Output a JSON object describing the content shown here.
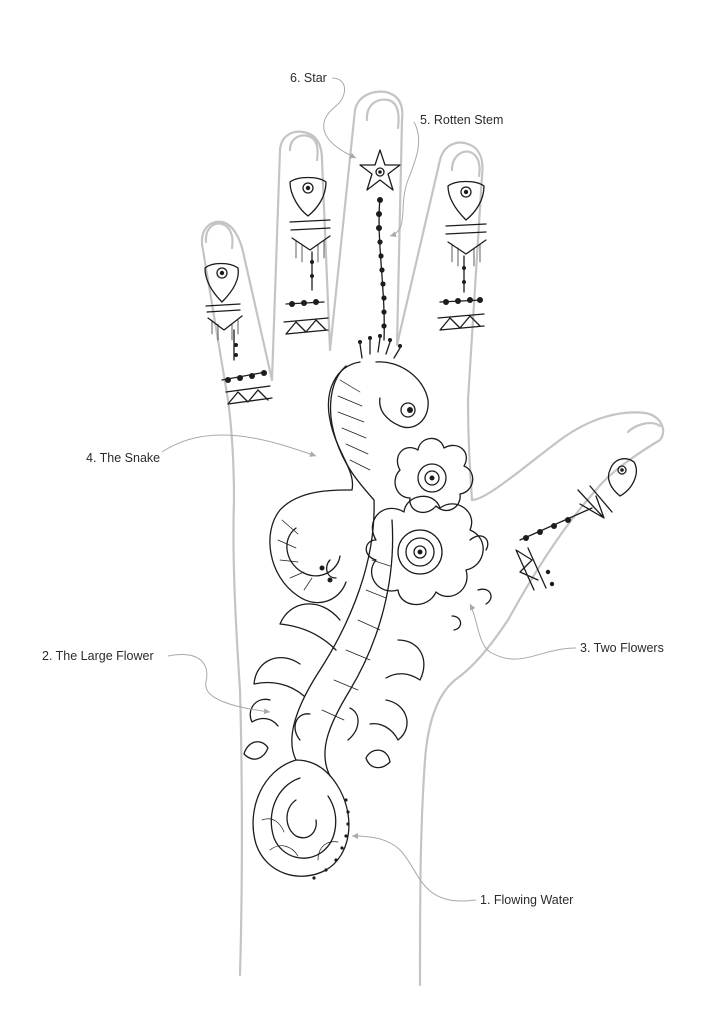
{
  "labels": {
    "star": "6. Star",
    "rotten_stem": "5. Rotten Stem",
    "snake": "4. The Snake",
    "large_flower": "2. The Large Flower",
    "two_flowers": "3. Two Flowers",
    "flowing_water": "1. Flowing Water"
  },
  "colors": {
    "outline": "#c4c4c4",
    "ink": "#1c1c1c",
    "leader": "#a9a9a9"
  }
}
